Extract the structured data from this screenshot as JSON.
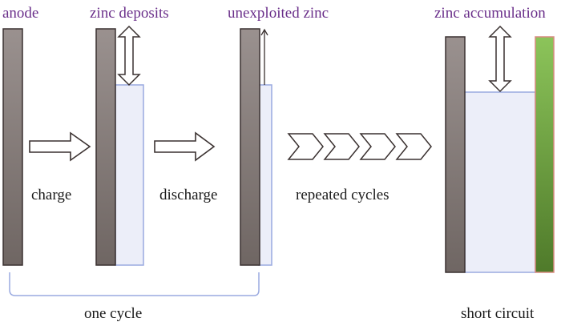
{
  "diagram": {
    "title_labels": {
      "anode": "anode",
      "zinc_deposits": "zinc deposits",
      "unexploited_zinc": "unexploited zinc",
      "zinc_accumulation": "zinc accumulation"
    },
    "step_labels": {
      "charge": "charge",
      "discharge": "discharge",
      "repeated_cycles": "repeated cycles"
    },
    "bottom_labels": {
      "one_cycle": "one cycle",
      "short_circuit": "short circuit"
    },
    "stages": [
      {
        "name": "initial",
        "has_deposit": false
      },
      {
        "name": "after-charge",
        "has_deposit": true
      },
      {
        "name": "after-discharge",
        "has_deposit": true,
        "residual": true
      },
      {
        "name": "after-repeated-cycles",
        "has_deposit": true,
        "short_circuit": true
      }
    ],
    "repeated_chevrons": 4,
    "colors": {
      "label_accent": "#6a2f8a",
      "anode_fill": "#8f8784",
      "deposit_fill": "#eceef9",
      "deposit_border": "#9aaae0",
      "cathode_fill": "#7ab04a",
      "cathode_border": "#d98a80",
      "outline": "#3a3130"
    }
  }
}
